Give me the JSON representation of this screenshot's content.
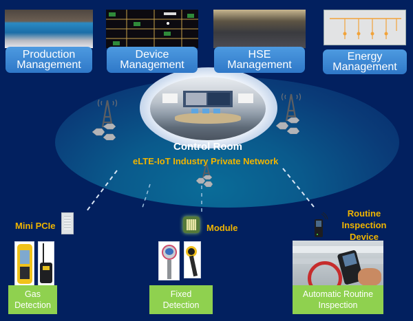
{
  "top_tiles": [
    {
      "id": "production",
      "line1": "Production",
      "line2": "Management",
      "image": "control-center-video-wall"
    },
    {
      "id": "device",
      "line1": "Device",
      "line2": "Management",
      "image": "device-schematic-screen"
    },
    {
      "id": "hse",
      "line1": "HSE",
      "line2": "Management",
      "image": "operations-room"
    },
    {
      "id": "energy",
      "line1": "Energy",
      "line2": "Management",
      "image": "energy-single-line-diagram"
    }
  ],
  "center": {
    "title": "Control Room",
    "subtitle": "eLTE-IoT Industry Private Network",
    "image": "control-room-photo"
  },
  "base_stations": [
    {
      "icon": "cell-tower-icon",
      "position": "left"
    },
    {
      "icon": "cell-tower-icon",
      "position": "right"
    },
    {
      "icon": "cell-tower-icon",
      "position": "center"
    }
  ],
  "terminals": [
    {
      "label": "Mini PCIe",
      "icon": "mini-pcie-card-icon"
    },
    {
      "label": "Module",
      "icon": "module-chip-icon"
    },
    {
      "label_lines": [
        "Routine",
        "Inspection",
        "Device"
      ],
      "icon": "handheld-terminal-icon"
    }
  ],
  "applications": [
    {
      "line1": "Gas",
      "line2": "Detection",
      "images": [
        "portable-gas-detector",
        "wireless-gas-monitor"
      ]
    },
    {
      "line1": "Fixed",
      "line2": "Detection",
      "images": [
        "fixed-gas-transmitter",
        "fixed-sensor-head"
      ]
    },
    {
      "line1": "Automatic Routine",
      "line2": "Inspection",
      "images": [
        "inspection-handheld-photo"
      ]
    }
  ],
  "colors": {
    "background": "#02205f",
    "tile_blue": "#3b86d4",
    "accent_gold": "#f0b400",
    "app_green": "#8fd14f",
    "tower_gray": "#8e9196"
  }
}
